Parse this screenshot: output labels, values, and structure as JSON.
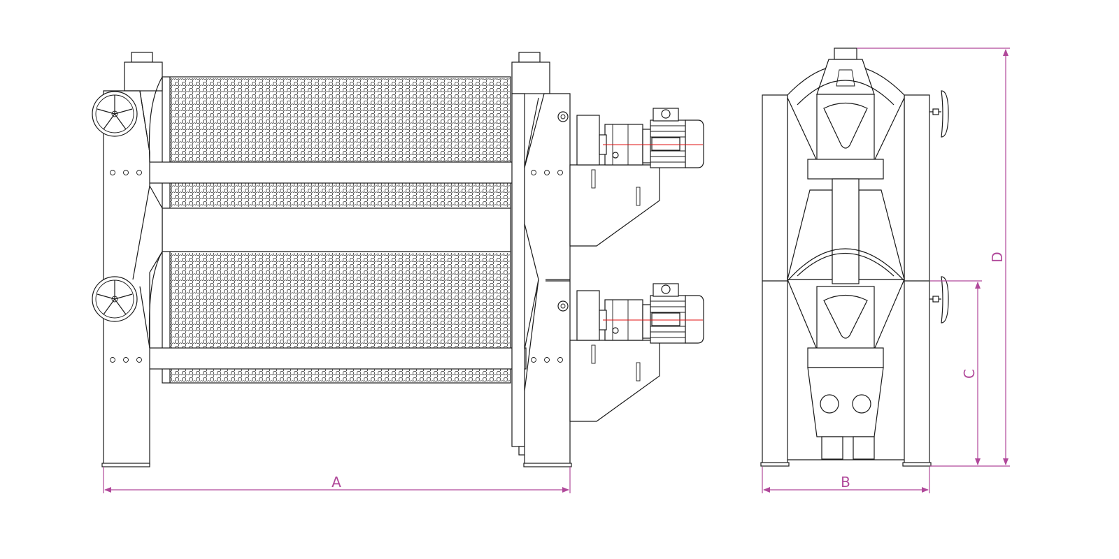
{
  "colors": {
    "line": "#1a1a1a",
    "dimension": "#b0489a",
    "axis": "#e01010",
    "background": "#ffffff"
  },
  "dimensions": {
    "a": "A",
    "b": "B",
    "c": "C",
    "d": "D"
  },
  "views": {
    "front": {
      "sieve_drums": 2,
      "handwheels": 2,
      "motors": 2
    },
    "side": {
      "handwheels": 2,
      "outlets": 2
    }
  }
}
